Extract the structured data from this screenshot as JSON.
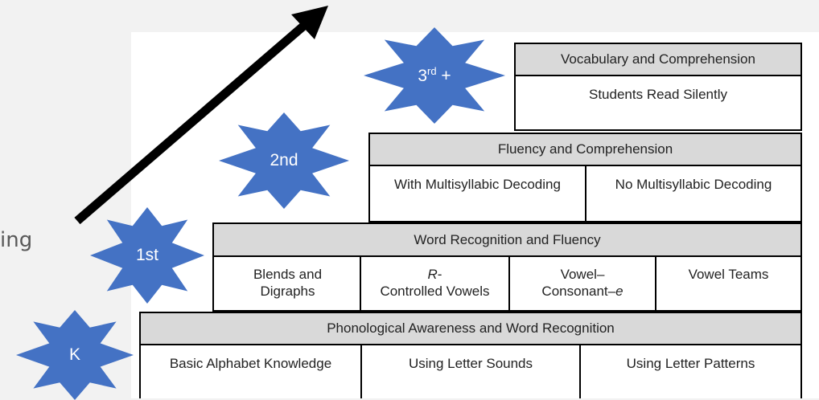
{
  "side_text": "ing",
  "grades": {
    "k": "K",
    "first": "1st",
    "second": "2nd",
    "third_base": "3",
    "third_sup": "rd",
    "third_plus": " +"
  },
  "tiers": {
    "third": {
      "header": "Vocabulary and Comprehension",
      "cells": [
        "Students Read Silently"
      ]
    },
    "second": {
      "header": "Fluency and Comprehension",
      "cells": [
        "With Multisyllabic Decoding",
        "No Multisyllabic Decoding"
      ]
    },
    "first": {
      "header": "Word Recognition and Fluency",
      "cells": [
        "Blends and Digraphs",
        "Controlled Vowels",
        "Vowel–",
        "Vowel Teams"
      ],
      "r_prefix": "R",
      "r_dash": "-",
      "consonant": "Consonant–",
      "e_letter": "e"
    },
    "kindergarten": {
      "header": "Phonological Awareness and Word Recognition",
      "cells": [
        "Basic Alphabet Knowledge",
        "Using Letter Sounds",
        "Using Letter Patterns"
      ]
    }
  },
  "colors": {
    "star": "#4472c4",
    "header": "#d9d9d9",
    "arrow": "#000000"
  }
}
